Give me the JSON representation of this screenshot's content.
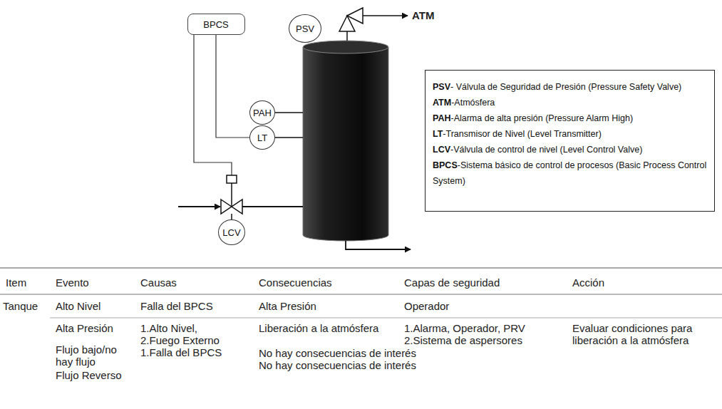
{
  "diagram": {
    "nodes": [
      {
        "text": [
          "BPCS"
        ]
      },
      {
        "text": [
          "PSV"
        ]
      },
      {
        "text": [
          "PAH"
        ]
      },
      {
        "text": [
          "LT"
        ]
      },
      {
        "text": [
          "LCV"
        ]
      },
      {
        "text": [
          "PSV",
          "- Válvula de Seguridad de Presión (Pressure Safety Valve)",
          "ATM",
          "-Atmósfera",
          "PAH",
          "-Alarma de alta presión (Pressure Alarm High)",
          "LT",
          "-Transmisor de Nivel (Level Transmitter)",
          "LCV",
          "-Válvula de control de nivel (Level Control Valve)",
          "BPCS",
          "-Sistema básico de control de procesos (Basic Process Control System)"
        ]
      }
    ],
    "edges": [
      {
        "from": 0,
        "to": 3,
        "arrow": "none"
      }
    ],
    "labels": [
      "ATM",
      "Item",
      "Evento",
      "Causas",
      "Consecuencias",
      "Capas de seguridad",
      "Acción",
      "Tanque",
      "Alto Nivel",
      "Falla del BPCS",
      "Alta Presión",
      "Operador",
      "Alta Presión",
      "1.Alto Nivel,",
      "2.Fuego Externo",
      "Liberación a la atmósfera",
      "1.Alarma, Operador, PRV",
      "2.Sistema de aspersores",
      "Evaluar condiciones para liberación a la atmósfera",
      "Flujo bajo/no hay flujo",
      "1.Falla del BPCS",
      "No hay consecuencias de interés",
      "Flujo Reverso",
      "No hay consecuencias de interés"
    ]
  }
}
